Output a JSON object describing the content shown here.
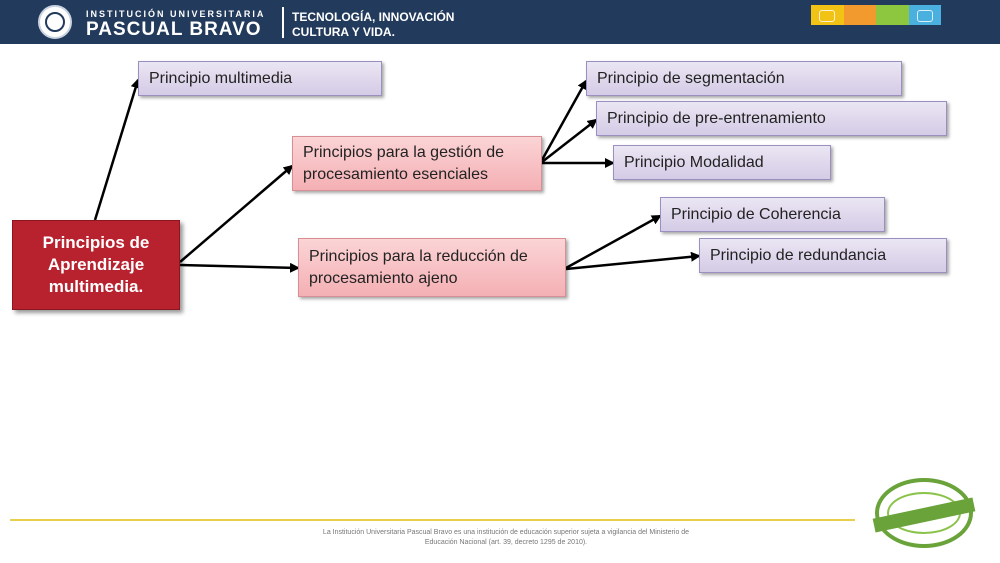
{
  "header": {
    "institution_small": "INSTITUCIÓN UNIVERSITARIA",
    "institution_big": "PASCUAL BRAVO",
    "tagline_line1": "TECNOLOGÍA, INNOVACIÓN",
    "tagline_line2": "CULTURA Y VIDA."
  },
  "diagram": {
    "root": "Principios de Aprendizaje multimedia.",
    "principio_multimedia": "Principio multimedia",
    "gestion": "Principios para la gestión de procesamiento esenciales",
    "reduccion": "Principios para la reducción de procesamiento ajeno",
    "segmentacion": "Principio de segmentación",
    "pre_entrenamiento": "Principio de pre-entrenamiento",
    "modalidad": "Principio Modalidad",
    "coherencia": "Principio de Coherencia",
    "redundancia": "Principio de redundancia"
  },
  "footer": {
    "text": "La Institución Universitaria Pascual Bravo es una institución de educación superior sujeta a vigilancia del Ministerio de Educación Nacional (art. 39, decreto 1295 de 2010)."
  },
  "colors": {
    "header_bg": "#223a5c",
    "root_box": "#b8222f",
    "pink_box": "#f4b0b4",
    "purple_box": "#d4cbe6",
    "footer_line": "#e8cf4c"
  }
}
